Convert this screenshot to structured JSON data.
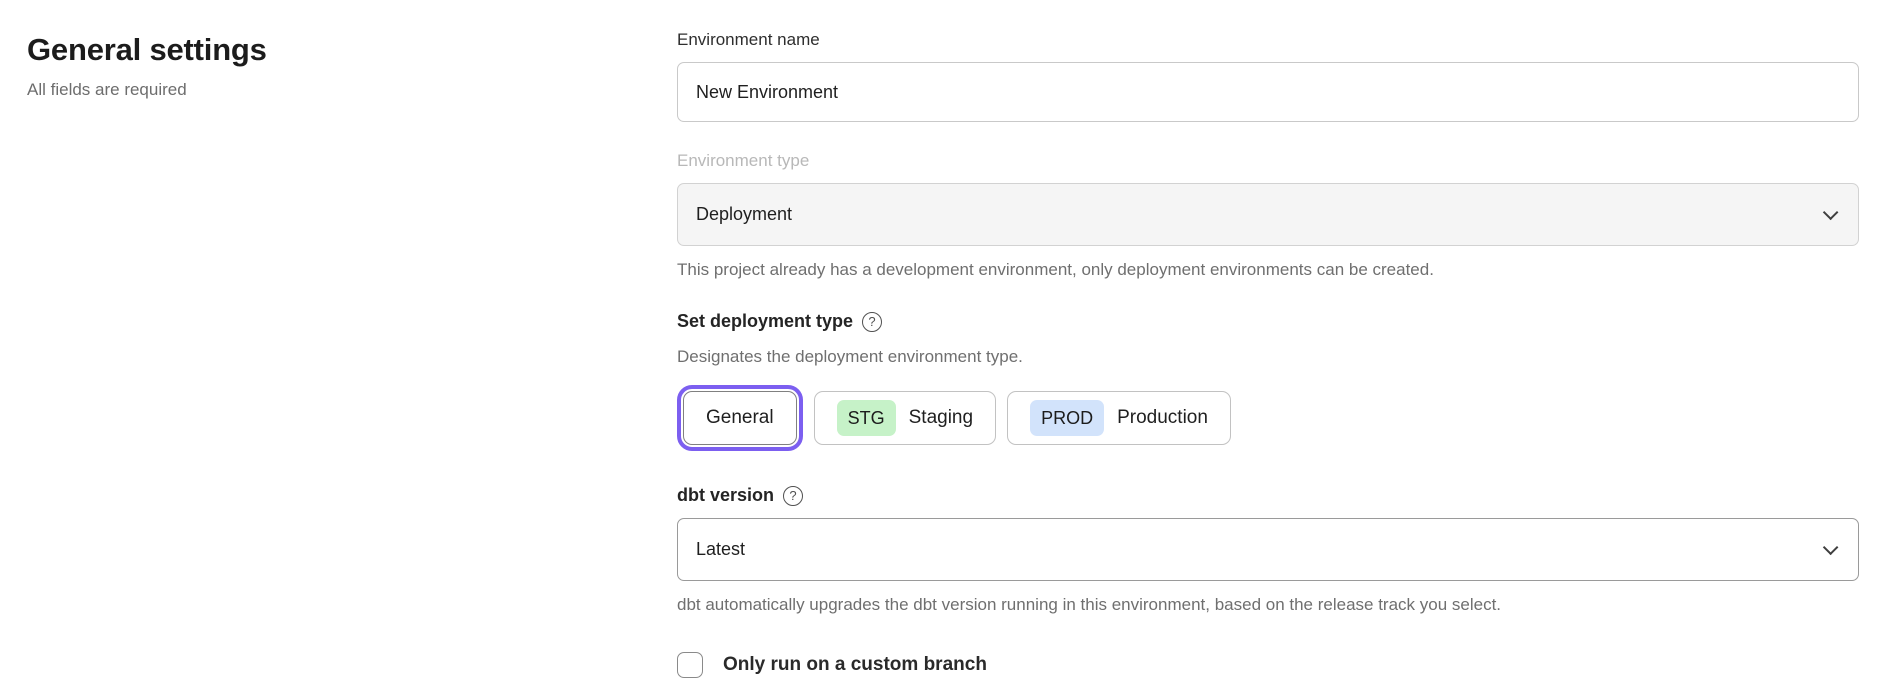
{
  "page": {
    "title": "General settings",
    "subtitle": "All fields are required"
  },
  "form": {
    "environment_name": {
      "label": "Environment name",
      "value": "New Environment"
    },
    "environment_type": {
      "label": "Environment type",
      "value": "Deployment",
      "state": "disabled",
      "helper": "This project already has a development environment, only deployment environments can be created."
    },
    "deployment_type": {
      "label": "Set deployment type",
      "helper": "Designates the deployment environment type.",
      "options": [
        {
          "label": "General",
          "selected": true
        },
        {
          "badge": "STG",
          "label": "Staging",
          "badge_color": "#c6f2c8",
          "selected": false
        },
        {
          "badge": "PROD",
          "label": "Production",
          "badge_color": "#d2e3fb",
          "selected": false
        }
      ]
    },
    "dbt_version": {
      "label": "dbt version",
      "value": "Latest",
      "helper": "dbt automatically upgrades the dbt version running in this environment, based on the release track you select."
    },
    "custom_branch": {
      "label": "Only run on a custom branch",
      "checked": false
    }
  },
  "icons": {
    "help_glyph": "?",
    "chevron_down": "chevron-down"
  },
  "colors": {
    "accent_purple": "#7c5ff0",
    "badge_green": "#c6f2c8",
    "badge_blue": "#d2e3fb",
    "disabled_bg": "#f5f5f5"
  }
}
